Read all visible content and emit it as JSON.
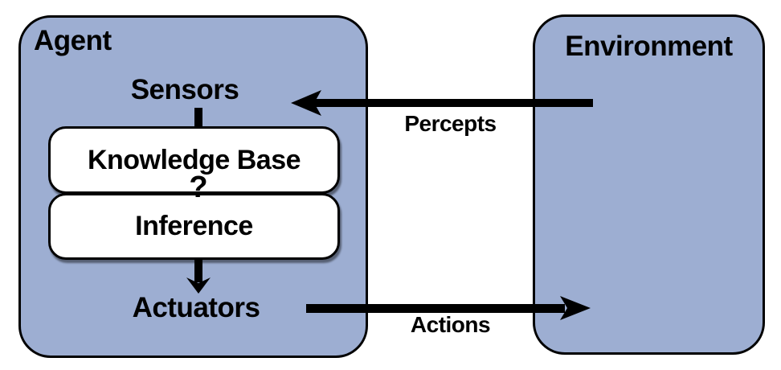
{
  "colors": {
    "box_fill": "#9DAED2",
    "box_border": "#000000",
    "inner_box_fill": "#FFFFFF",
    "arrow_color": "#000000",
    "text_color": "#000000",
    "background": "#FFFFFF"
  },
  "agent": {
    "label": "Agent",
    "sensors_label": "Sensors",
    "knowledge_base_label": "Knowledge Base",
    "uncertainty_mark": "?",
    "inference_label": "Inference",
    "actuators_label": "Actuators"
  },
  "environment": {
    "label": "Environment"
  },
  "arrows": {
    "percepts_label": "Percepts",
    "actions_label": "Actions"
  }
}
